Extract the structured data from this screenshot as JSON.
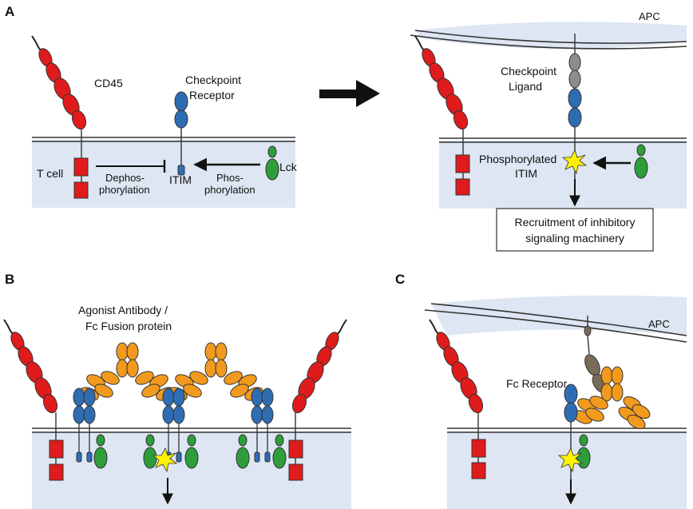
{
  "colors": {
    "cd45": "#e01b1b",
    "receptor": "#2f6db3",
    "lck": "#2e9e3a",
    "ligand": "#8c8c8c",
    "antibody": "#f29a1d",
    "fc_receptor": "#7a6b58",
    "phospho_star": "#fff200",
    "cytoplasm": "#dde6f2",
    "membrane": "#333333"
  },
  "panels": {
    "a": {
      "letter": "A",
      "cd45": "CD45",
      "receptor_line1": "Checkpoint",
      "receptor_line2": "Receptor",
      "tcell": "T cell",
      "itim": "ITIM",
      "lck": "Lck",
      "dephos_line1": "Dephos-",
      "dephos_line2": "phorylation",
      "phos_line1": "Phos-",
      "phos_line2": "phorylation",
      "apc": "APC",
      "ligand_line1": "Checkpoint",
      "ligand_line2": "Ligand",
      "phospho_itim_line1": "Phosphorylated",
      "phospho_itim_line2": "ITIM",
      "recruit_line1": "Recruitment of inhibitory",
      "recruit_line2": "signaling machinery"
    },
    "b": {
      "letter": "B",
      "agonist_line1": "Agonist Antibody /",
      "agonist_line2": "Fc Fusion protein"
    },
    "c": {
      "letter": "C",
      "apc": "APC",
      "fc_receptor": "Fc Receptor"
    }
  }
}
